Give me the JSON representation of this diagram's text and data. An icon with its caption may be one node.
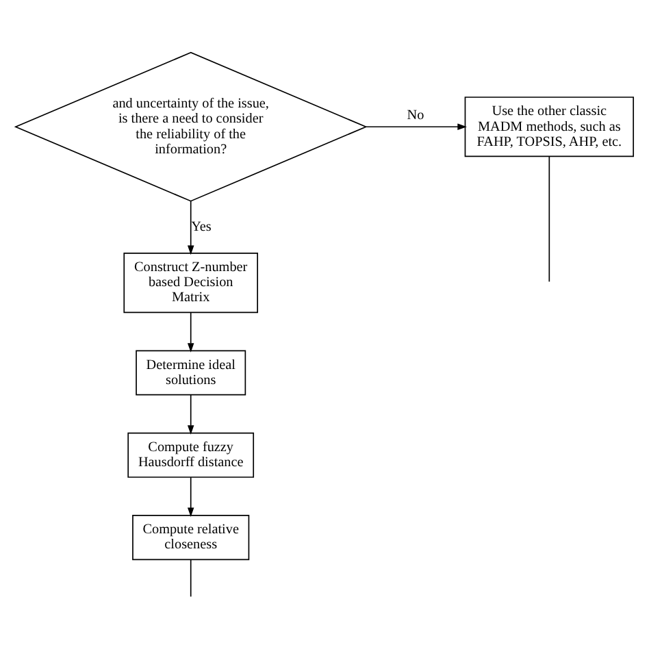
{
  "diagram": {
    "nodes": [
      {
        "text": [
          "and uncertainty of the issue, is there a need to consider the reliability of the information?"
        ]
      },
      {
        "text": [
          "Use the other classic MADM methods, such as FAHP, TOPSIS, AHP, etc."
        ]
      },
      {
        "text": [
          "Construct Z-number based Decision Matrix"
        ]
      },
      {
        "text": [
          "Determine ideal solutions"
        ]
      },
      {
        "text": [
          "Compute fuzzy Hausdorff distance"
        ]
      },
      {
        "text": [
          "Compute relative closeness"
        ]
      }
    ],
    "edges": [
      {
        "from": 0,
        "to": 1,
        "arrow": "to",
        "label": "No"
      },
      {
        "from": 0,
        "to": 2,
        "arrow": "to",
        "label": "Yes"
      },
      {
        "from": 2,
        "to": 3,
        "arrow": "to"
      },
      {
        "from": 3,
        "to": 4,
        "arrow": "to"
      },
      {
        "from": 4,
        "to": 5,
        "arrow": "to"
      },
      {
        "from": 1,
        "to": null,
        "arrow": "none"
      },
      {
        "from": 5,
        "to": null,
        "arrow": "none"
      }
    ]
  }
}
